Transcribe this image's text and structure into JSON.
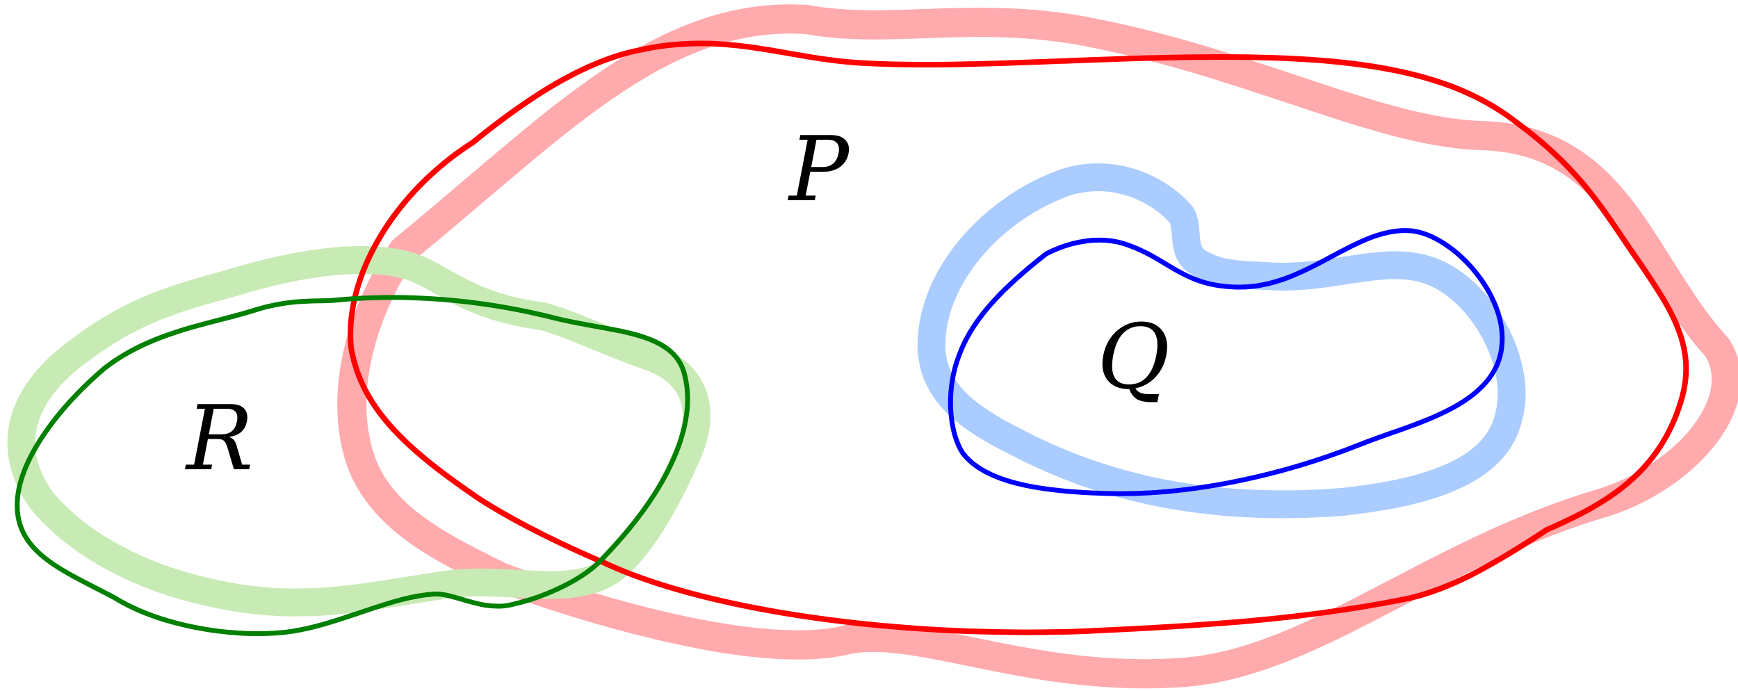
{
  "diagram": {
    "labels": {
      "p": "P",
      "q": "Q",
      "r": "R"
    },
    "colors": {
      "background": "#ffffff",
      "p_outline": "#ff0000",
      "p_halo": "#ffaaad",
      "q_outline": "#0000ff",
      "q_halo": "#aaccff",
      "r_outline": "#008000",
      "r_halo": "#c8eab4",
      "label_text": "#000000"
    },
    "regions": [
      {
        "id": "p",
        "label": "P",
        "outline_color": "red",
        "halo_color": "light-red"
      },
      {
        "id": "q",
        "label": "Q",
        "outline_color": "blue",
        "halo_color": "light-blue"
      },
      {
        "id": "r",
        "label": "R",
        "outline_color": "green",
        "halo_color": "light-green"
      }
    ]
  }
}
